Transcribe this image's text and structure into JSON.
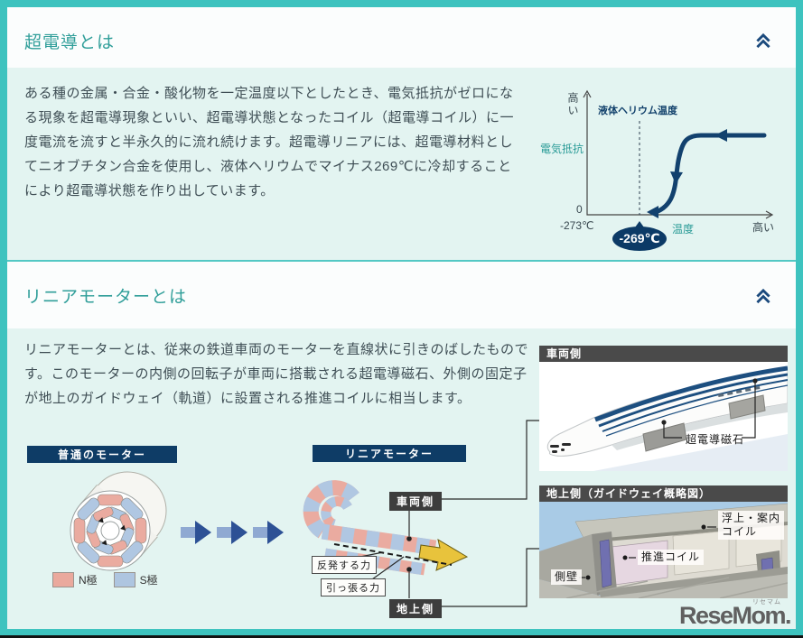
{
  "colors": {
    "accent_teal": "#3ec3bf",
    "title_teal": "#2f9e99",
    "navy": "#11406b",
    "pole_n_pink": "#eaa99d",
    "pole_s_blue": "#aec5e0",
    "label_box_dark": "#3d3d3d",
    "arrow_yellow": "#e8c33c"
  },
  "superconductivity": {
    "title": "超電導とは",
    "body": "ある種の金属・合金・酸化物を一定温度以下としたとき、電気抵抗がゼロになる現象を超電導現象といい、超電導状態となったコイル（超電導コイル）に一度電流を流すと半永久的に流れ続けます。超電導リニアには、超電導材料としてニオブチタン合金を使用し、液体ヘリウムでマイナス269℃に冷却することにより超電導状態を作り出しています。",
    "chart": {
      "type": "line",
      "ylabel": "電気抵抗",
      "xlabel": "温度",
      "y_high": "高い",
      "x_high": "高い",
      "zero": "0",
      "x_origin": "-273℃",
      "annotation": "液体ヘリウム温度",
      "badge": "-269℃"
    }
  },
  "linear_motor": {
    "title": "リニアモーターとは",
    "body": "リニアモーターとは、従来の鉄道車両のモーターを直線状に引きのばしたものです。このモーターの内側の回転子が車両に搭載される超電導磁石、外側の固定子が地上のガイドウェイ（軌道）に設置される推進コイルに相当します。",
    "normal_motor_title": "普通のモーター",
    "legend_n": "N極",
    "legend_s": "S極",
    "linear_motor_title": "リニアモーター",
    "vehicle_side": "車両側",
    "ground_side": "地上側",
    "repulsion_force": "反発する力",
    "pulling_force": "引っ張る力",
    "vehicle_image": {
      "header": "車両側",
      "magnet_label": "超電導磁石"
    },
    "ground_image": {
      "header": "地上側（ガイドウェイ概略図）",
      "levitation_coil_line1": "浮上・案内",
      "levitation_coil_line2": "コイル",
      "propulsion_coil": "推進コイル",
      "side_wall": "側壁"
    }
  },
  "footer": {
    "logo": "ReseMom.",
    "logo_ruby": "リセマム"
  }
}
